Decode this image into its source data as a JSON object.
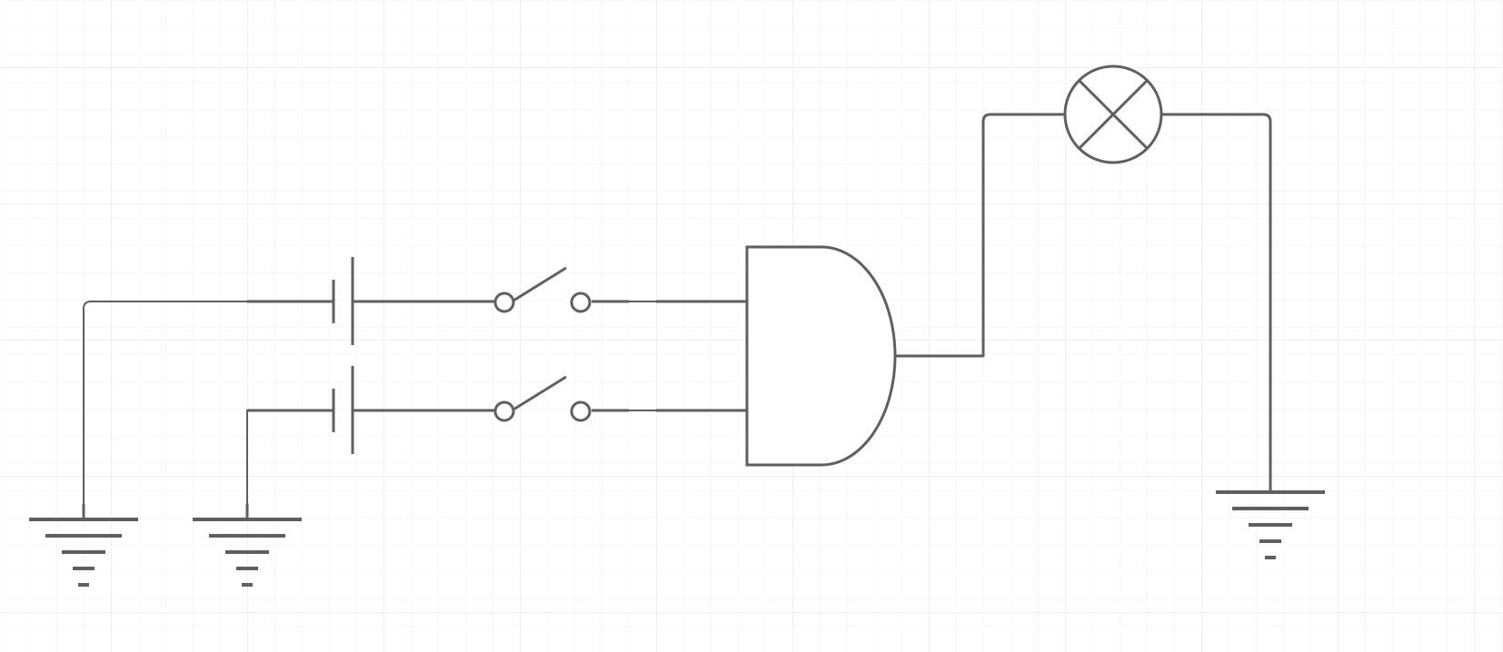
{
  "canvas": {
    "background": "#ffffff",
    "grid": true,
    "grid_minor_color": "#f0f0f0",
    "grid_major_color": "#e2e2e2"
  },
  "symbol_color": "#5f5f5f",
  "components": [
    {
      "id": "battery-1",
      "kind": "battery",
      "icon": "battery-icon"
    },
    {
      "id": "battery-2",
      "kind": "battery",
      "icon": "battery-icon"
    },
    {
      "id": "switch-1",
      "kind": "switch",
      "state": "open",
      "icon": "switch-open-icon"
    },
    {
      "id": "switch-2",
      "kind": "switch",
      "state": "open",
      "icon": "switch-open-icon"
    },
    {
      "id": "and-gate",
      "kind": "and-gate",
      "inputs": 2,
      "icon": "and-gate-icon"
    },
    {
      "id": "lamp",
      "kind": "lamp",
      "icon": "lamp-icon"
    },
    {
      "id": "ground-1",
      "kind": "ground",
      "icon": "ground-icon"
    },
    {
      "id": "ground-2",
      "kind": "ground",
      "icon": "ground-icon"
    },
    {
      "id": "ground-3",
      "kind": "ground",
      "icon": "ground-icon"
    }
  ],
  "connections": [
    {
      "from": "ground-1",
      "to": "battery-1"
    },
    {
      "from": "battery-1",
      "to": "switch-1"
    },
    {
      "from": "switch-1",
      "to": "and-gate"
    },
    {
      "from": "ground-2",
      "to": "battery-2"
    },
    {
      "from": "battery-2",
      "to": "switch-2"
    },
    {
      "from": "switch-2",
      "to": "and-gate"
    },
    {
      "from": "and-gate",
      "to": "lamp"
    },
    {
      "from": "lamp",
      "to": "ground-3"
    }
  ]
}
